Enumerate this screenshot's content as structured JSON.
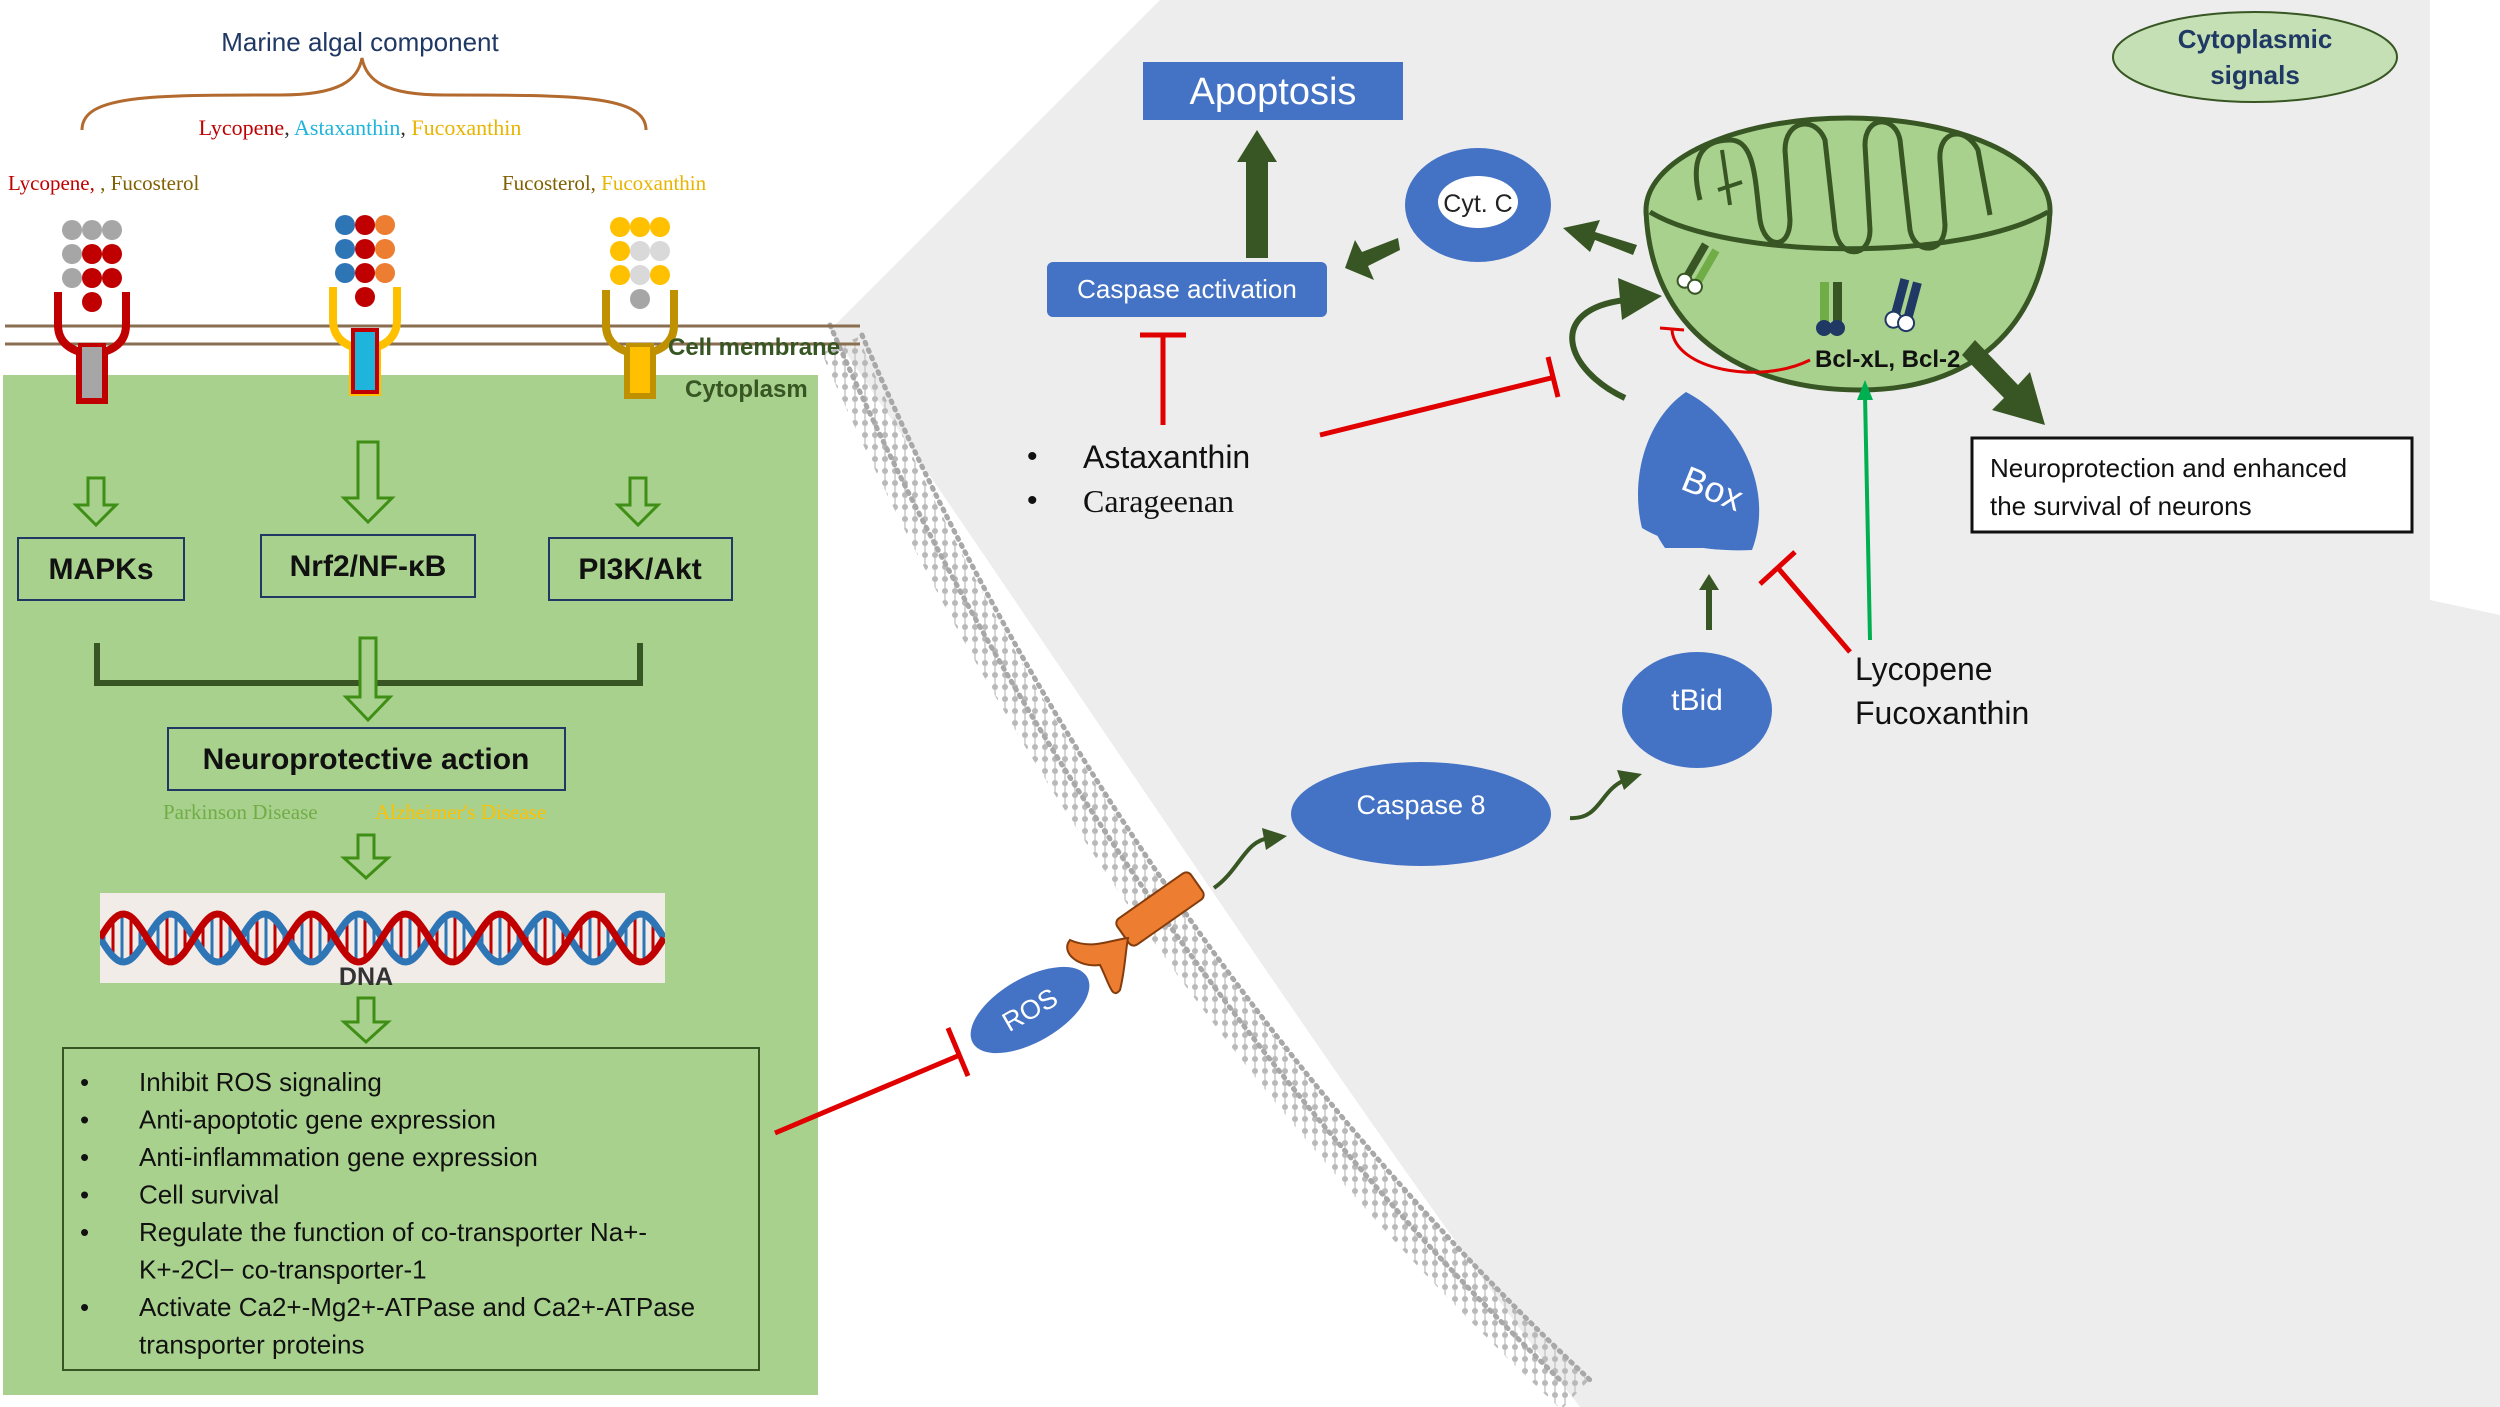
{
  "header": {
    "title": "Marine algal component",
    "components": [
      {
        "text": "Lycopene",
        "color": "#c00000"
      },
      {
        "text": ", ",
        "color": "#333333"
      },
      {
        "text": "Astaxanthin",
        "color": "#1fb4dc"
      },
      {
        "text": ", ",
        "color": "#333333"
      },
      {
        "text": "Fucoxanthin",
        "color": "#e8b400"
      }
    ]
  },
  "receptors": [
    {
      "label_parts": [
        {
          "text": "Lycopene, ",
          "color": "#c00000"
        },
        {
          "text": ", Fucosterol",
          "color": "#806000"
        }
      ]
    },
    {
      "label_parts": []
    },
    {
      "label_parts": [
        {
          "text": "Fucosterol, ",
          "color": "#806000"
        },
        {
          "text": "Fucoxanthin",
          "color": "#e8b400"
        }
      ]
    }
  ],
  "membrane": {
    "cell_membrane": "Cell membrane",
    "cytoplasm": "Cytoplasm"
  },
  "pathways": [
    "MAPKs",
    "Nrf2/NF-κB",
    "PI3K/Akt"
  ],
  "neuro_action": {
    "label": "Neuroprotective action",
    "diseases": [
      {
        "text": "Parkinson Disease",
        "color": "#70ad47"
      },
      {
        "text": "Alzheimer's Disease",
        "color": "#ffc000"
      }
    ]
  },
  "dna_label": "DNA",
  "effects": [
    [
      "Inhibit ROS signaling"
    ],
    [
      "Anti-apoptotic gene expression"
    ],
    [
      "Anti-inflammation gene expression"
    ],
    [
      "Cell survival"
    ],
    [
      "Regulate the function of co-transporter  Na+-",
      "K+-2Cl− co-transporter-1"
    ],
    [
      "Activate Ca2+-Mg2+-ATPase and Ca2+-ATPase",
      "transporter proteins"
    ]
  ],
  "cytoplasmic_signals": [
    "Cytoplasmic",
    "signals"
  ],
  "apoptosis": "Apoptosis",
  "caspase_activation": "Caspase activation",
  "cyt_c": "Cyt. C",
  "inhibitors_left": [
    "Astaxanthin",
    "Carageenan"
  ],
  "box_label": "Box",
  "bcl_label": "Bcl-xL, Bcl-2",
  "tbid": "tBid",
  "caspase8": "Caspase 8",
  "ros": "ROS",
  "inhibitors_right": [
    "Lycopene",
    "Fucoxanthin"
  ],
  "outcome": [
    "Neuroprotection  and enhanced",
    "the survival of neurons"
  ],
  "colors": {
    "panel_green": "#a9d18e",
    "dark_green": "#375623",
    "bright_green": "#70ad47",
    "node_blue": "#4472c4",
    "inhibit_red": "#e00000",
    "cytoplasm_gray": "#ededed",
    "label_green": "#548235",
    "mito_green": "#a9d18e",
    "receptor_gray": "#a6a6a6",
    "receptor_cyan": "#1fb4dc",
    "receptor_gold": "#ffc000",
    "orange": "#ed7d31"
  }
}
